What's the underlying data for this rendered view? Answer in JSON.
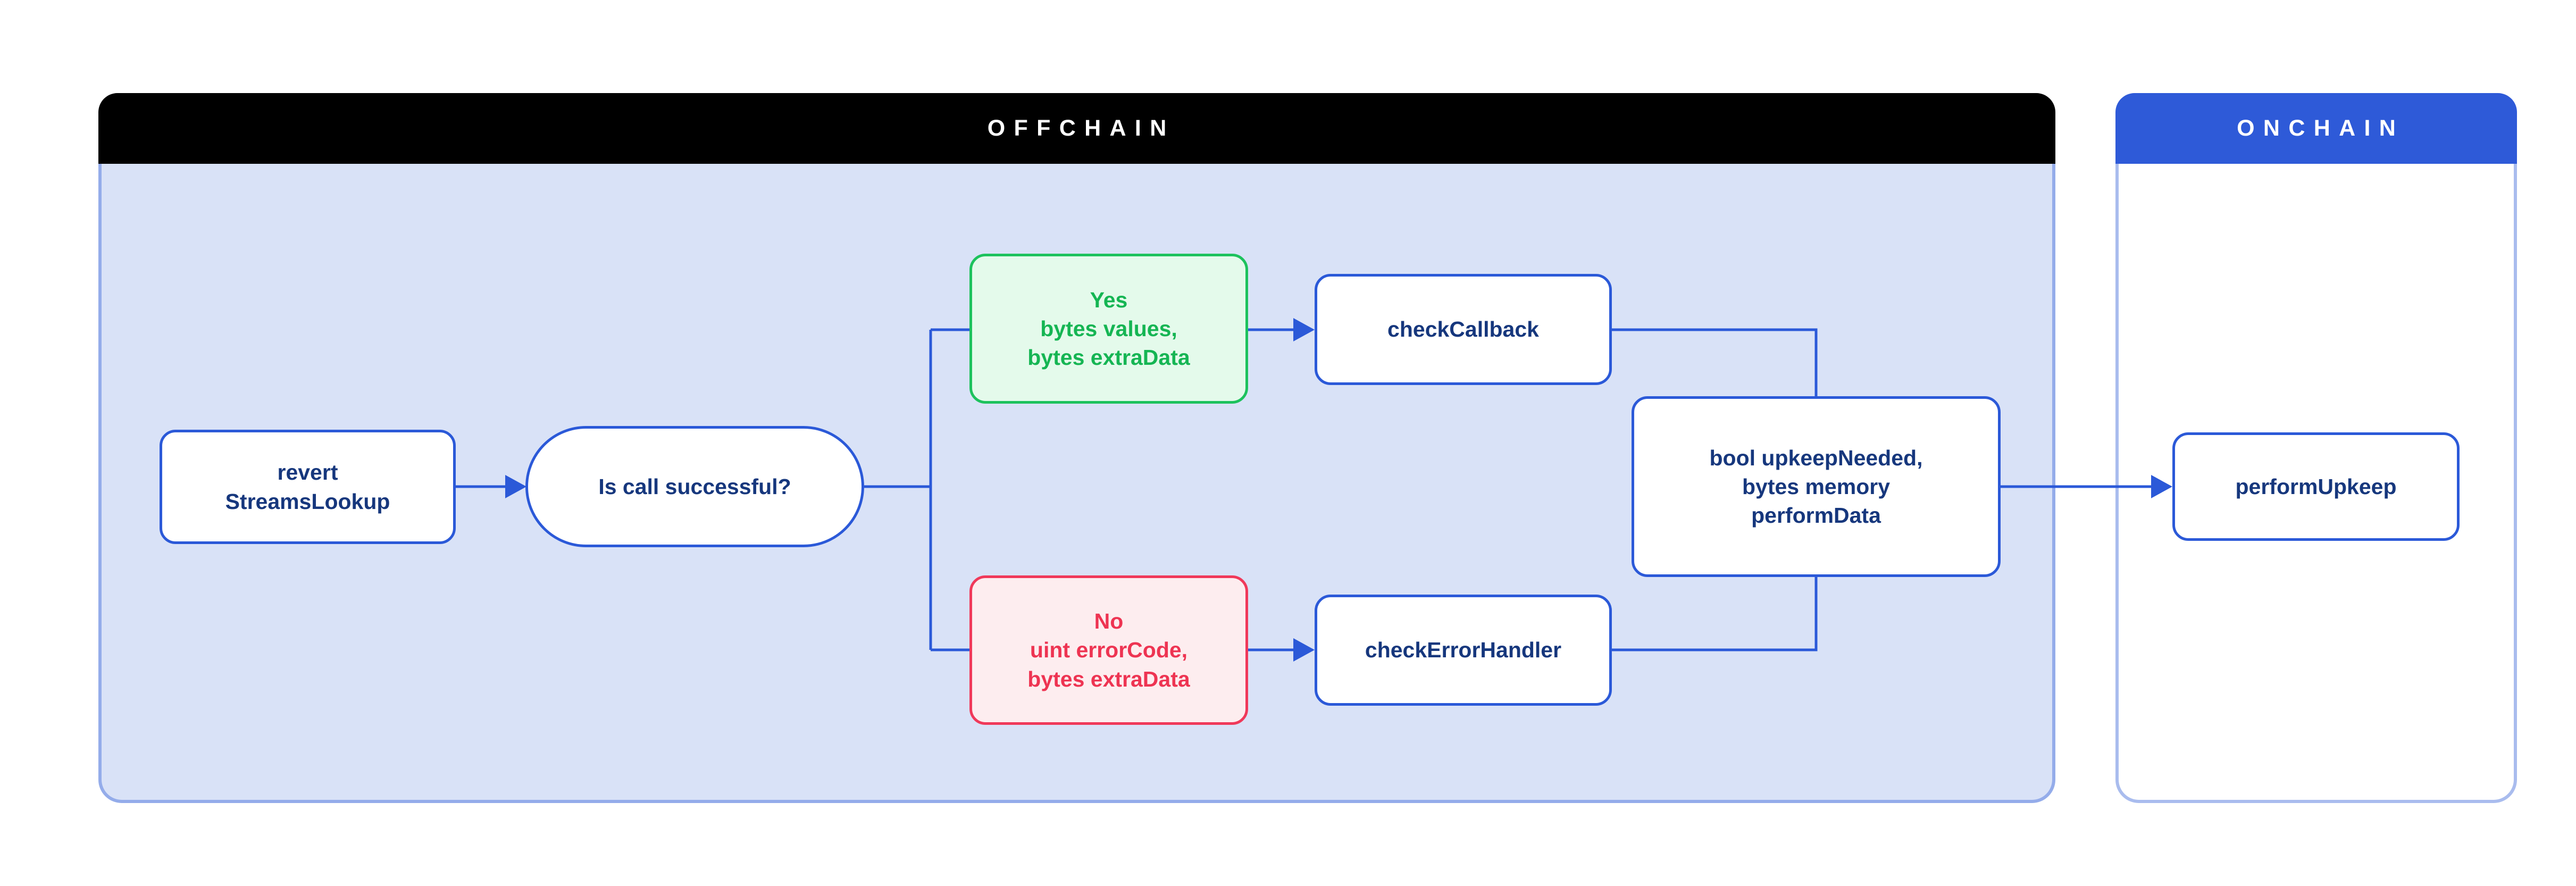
{
  "diagram": {
    "offchain": {
      "title": "OFFCHAIN"
    },
    "onchain": {
      "title": "ONCHAIN"
    },
    "nodes": {
      "revert_streams_lookup": {
        "lines": [
          "revert",
          "StreamsLookup"
        ]
      },
      "is_call_successful": {
        "label": "Is call successful?"
      },
      "branch_yes": {
        "lines": [
          "Yes",
          "bytes values,",
          "bytes extraData"
        ]
      },
      "branch_no": {
        "lines": [
          "No",
          "uint errorCode,",
          "bytes extraData"
        ]
      },
      "check_callback": {
        "label": "checkCallback"
      },
      "check_error_handler": {
        "label": "checkErrorHandler"
      },
      "upkeep_result": {
        "lines": [
          "bool upkeepNeeded,",
          "bytes memory",
          "performData"
        ]
      },
      "perform_upkeep": {
        "label": "performUpkeep"
      }
    },
    "colors": {
      "accent_blue": "#2B59D8",
      "navy_text": "#16377D",
      "offchain_header_bg": "#000000",
      "offchain_body_bg": "#D9E2F7",
      "offchain_body_border": "#94ACEA",
      "onchain_header_bg": "#2E5AD8",
      "onchain_body_border": "#A9BCEE",
      "yes_border": "#1DC25D",
      "yes_text": "#15B553",
      "yes_bg": "#E4FAEB",
      "no_border": "#F0395A",
      "no_text": "#EE3452",
      "no_bg": "#FDEDEF"
    }
  }
}
